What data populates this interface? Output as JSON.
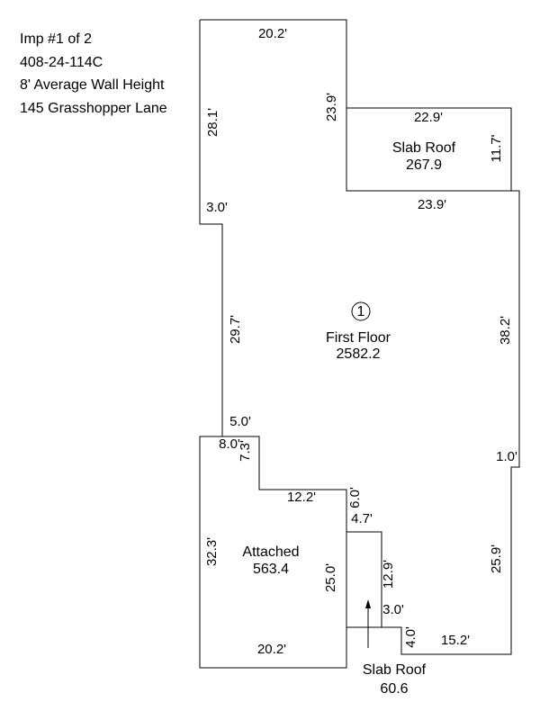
{
  "header": {
    "line1": "Imp #1 of 2",
    "line2": "408-24-114C",
    "line3": "8' Average Wall Height",
    "line4": "145 Grasshopper Lane"
  },
  "areas": {
    "main_name": "First Floor",
    "main_value": "2582.2",
    "main_marker": "1",
    "slab_top_name": "Slab Roof",
    "slab_top_value": "267.9",
    "attached_name": "Attached",
    "attached_value": "563.4",
    "slab_bottom_name": "Slab Roof",
    "slab_bottom_value": "60.6"
  },
  "dims": {
    "top": "20.2'",
    "left_upper": "28.1'",
    "right_upper_inner": "23.9'",
    "slab_top_width": "22.9'",
    "slab_top_height": "11.7'",
    "slab_top_bottom": "23.9'",
    "step_left": "3.0'",
    "right_main": "38.2'",
    "left_mid": "29.7'",
    "step_5": "5.0'",
    "step_8": "8.0'",
    "step_73": "7.3'",
    "step_1": "1.0'",
    "att_step_122": "12.2'",
    "att_step_60": "6.0'",
    "att_step_47": "4.7'",
    "att_left": "32.3'",
    "att_right": "25.0'",
    "slab_b_height": "12.9'",
    "right_lower": "25.9'",
    "slab_b_width": "3.0'",
    "step_40": "4.0'",
    "bottom_right": "15.2'",
    "att_bottom": "20.2'"
  }
}
